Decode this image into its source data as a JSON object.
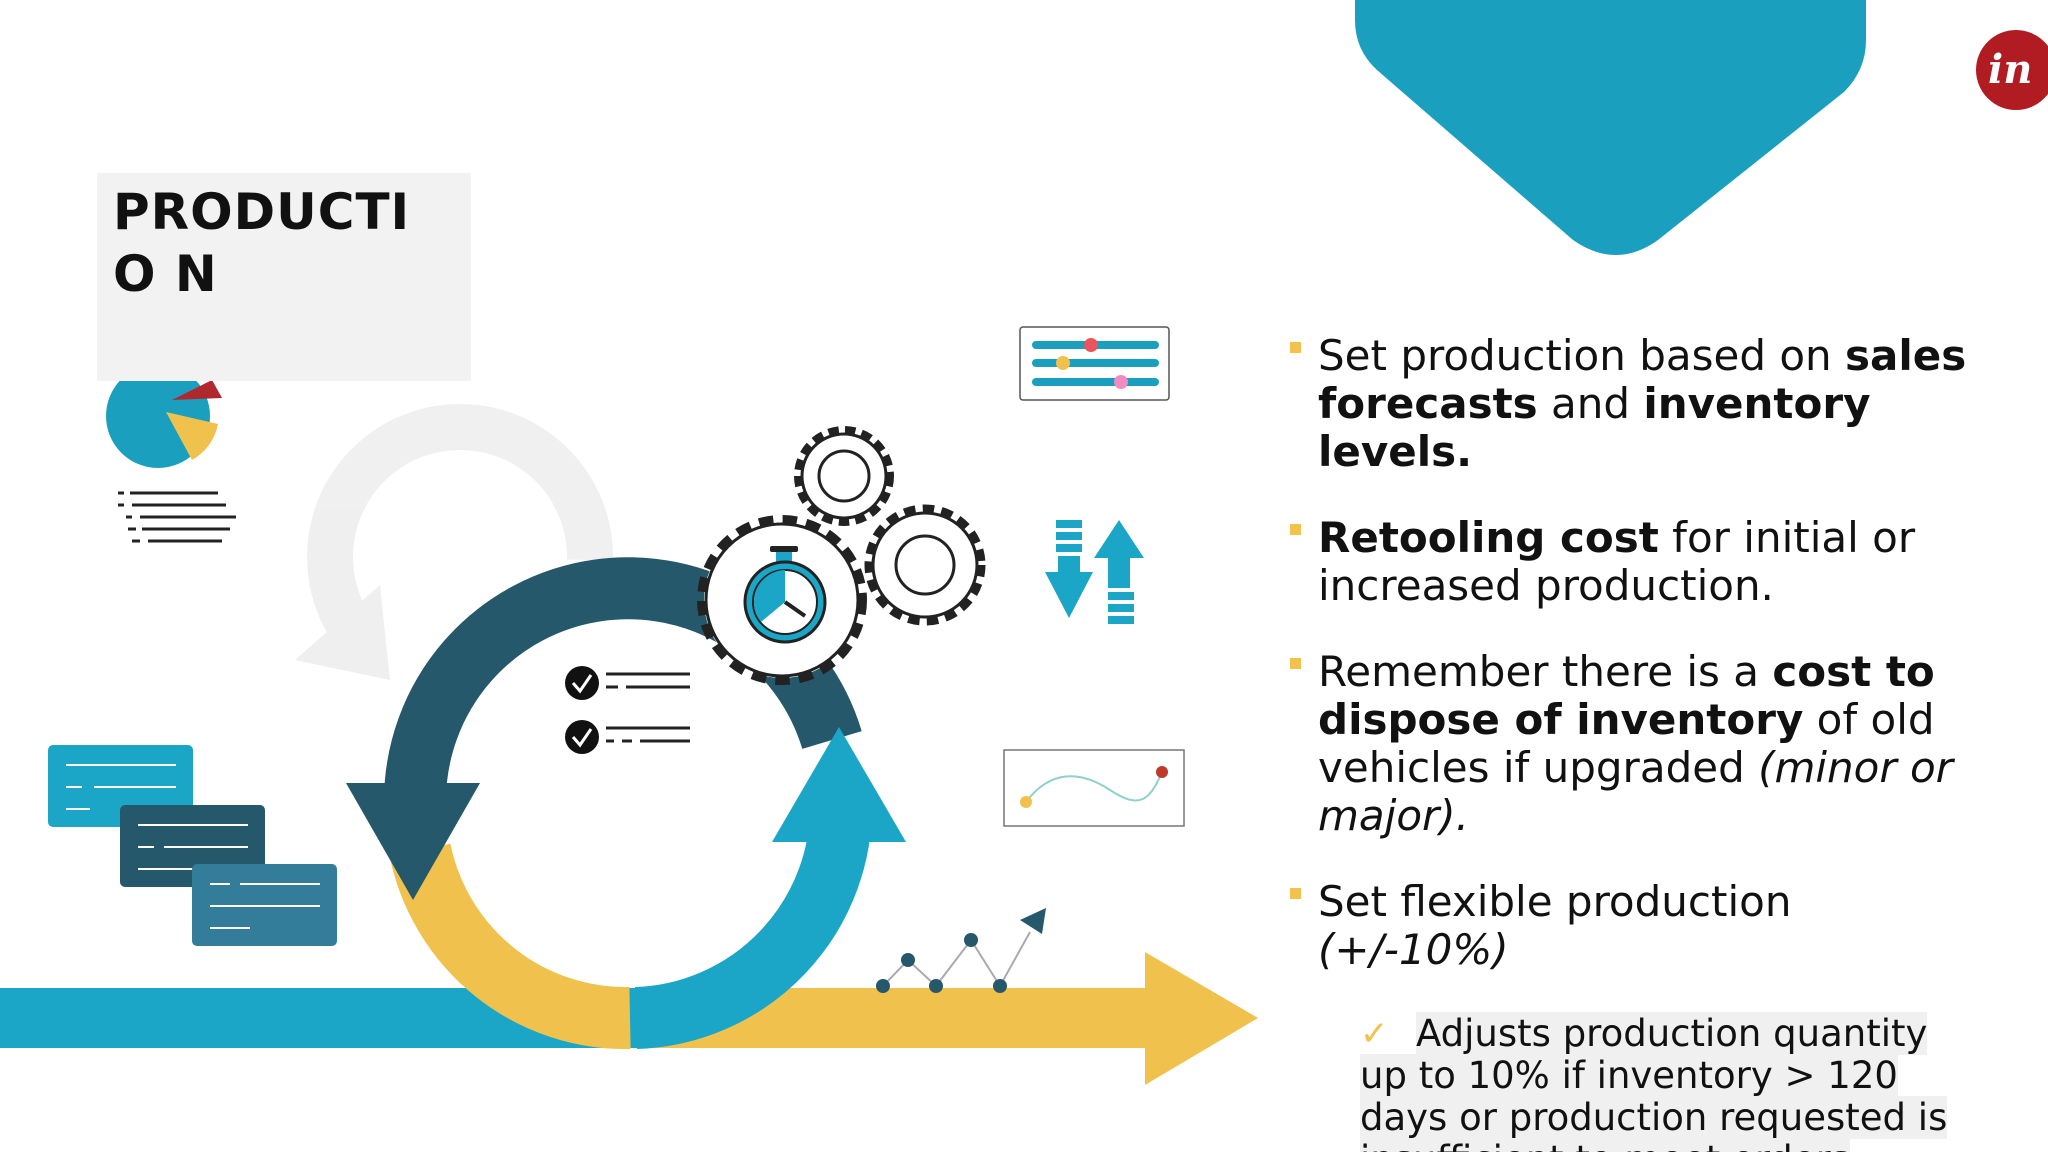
{
  "slide": {
    "title": "PRODUCTIO N",
    "logo_text": "in",
    "colors": {
      "teal": "#1a9fbf",
      "dark_teal": "#25586a",
      "yellow": "#f0c24d",
      "light_gray": "#f2f2f2",
      "bullet_marker": "#f2c14e",
      "logo_red": "#b01c22"
    },
    "bullets": [
      {
        "parts": [
          {
            "text": "Set production based on ",
            "style": "normal"
          },
          {
            "text": "sales forecasts",
            "style": "bold"
          },
          {
            "text": " and ",
            "style": "normal"
          },
          {
            "text": "inventory levels.",
            "style": "bold"
          }
        ]
      },
      {
        "parts": [
          {
            "text": "Retooling cost",
            "style": "bold"
          },
          {
            "text": " for initial or increased production.",
            "style": "normal"
          }
        ]
      },
      {
        "parts": [
          {
            "text": "Remember there is a ",
            "style": "normal"
          },
          {
            "text": "cost to dispose of inventory",
            "style": "bold"
          },
          {
            "text": " of old vehicles if upgraded ",
            "style": "normal"
          },
          {
            "text": "(minor or major).",
            "style": "italic"
          }
        ]
      },
      {
        "parts": [
          {
            "text": "Set flexible production ",
            "style": "normal"
          },
          {
            "text": "(+/-10%)",
            "style": "italic"
          }
        ]
      }
    ],
    "sub_bullet": {
      "check_icon": "checkmark-icon",
      "text": "Adjusts production quantity up to 10% if inventory > 120 days or production requested is insufficient to meet orders"
    },
    "icons": [
      "pie-chart-icon",
      "text-lines-icon",
      "cycle-arrow-icon",
      "gear-icon",
      "stopwatch-icon",
      "checklist-icon",
      "slider-panel-icon",
      "up-down-arrows-icon",
      "line-graph-card-icon",
      "trend-line-icon",
      "message-cards-icon"
    ]
  }
}
